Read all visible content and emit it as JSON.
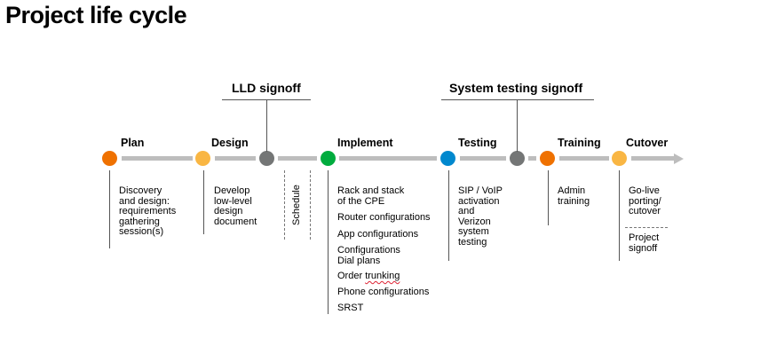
{
  "title": "Project life cycle",
  "signoffs": {
    "lld": "LLD signoff",
    "system_testing": "System testing signoff"
  },
  "stages": [
    {
      "name": "Plan",
      "color": "#ef7100",
      "description": [
        "Discovery",
        "and design:",
        "requirements",
        "gathering",
        "session(s)"
      ]
    },
    {
      "name": "Design",
      "color": "#f9b643",
      "description": [
        "Develop",
        "low-level",
        "design",
        "document"
      ]
    },
    {
      "name": "Implement",
      "color": "#00ac3e",
      "items": [
        "Rack and stack",
        "of the CPE",
        "Router configurations",
        "App configurations",
        "Configurations",
        "Dial plans",
        "Order trunking",
        "Phone configurations",
        "SRST"
      ]
    },
    {
      "name": "Testing",
      "color": "#0088ce",
      "description": [
        "SIP / VoIP",
        "activation",
        "and",
        "Verizon",
        "system",
        "testing"
      ]
    },
    {
      "name": "Training",
      "color": "#ef7100",
      "description": [
        "Admin",
        "training"
      ]
    },
    {
      "name": "Cutover",
      "color": "#f9b643",
      "description": [
        "Go-live",
        "porting/",
        "cutover"
      ],
      "extra": [
        "Project",
        "signoff"
      ]
    }
  ],
  "milestone_color": "#747676",
  "schedule_label": "Schedule",
  "track_color": "#bdbdbd"
}
